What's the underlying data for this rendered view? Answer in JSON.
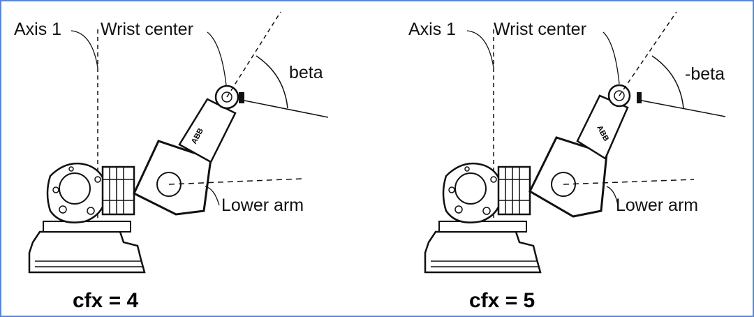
{
  "panels": [
    {
      "axis_label": "Axis 1",
      "wrist_label": "Wrist center",
      "angle_label": "beta",
      "lower_arm_label": "Lower arm",
      "caption": "cfx = 4",
      "logo": "ABB"
    },
    {
      "axis_label": "Axis 1",
      "wrist_label": "Wrist center",
      "angle_label": "-beta",
      "lower_arm_label": "Lower arm",
      "caption": "cfx = 5",
      "logo": "ABB"
    }
  ],
  "colors": {
    "border": "#5b86d6",
    "line": "#111111"
  }
}
